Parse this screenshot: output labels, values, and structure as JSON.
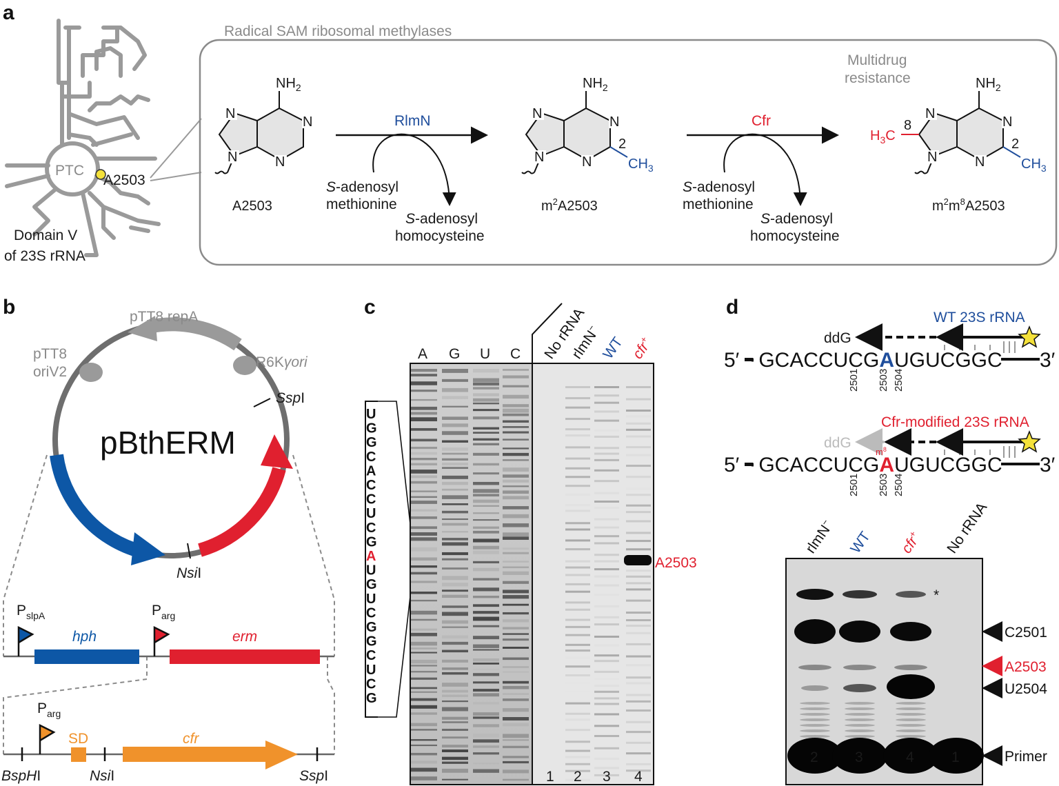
{
  "panels": {
    "a": "a",
    "b": "b",
    "c": "c",
    "d": "d"
  },
  "colors": {
    "blue": "#1f4e9c",
    "red": "#e0202f",
    "orange": "#f0922b",
    "gray": "#8a8a8a",
    "yellow": "#f4e13a"
  },
  "a": {
    "ptc": "PTC",
    "site": "A2503",
    "domain_line1": "Domain V",
    "domain_line2": "of 23S rRNA",
    "box_title": "Radical SAM ribosomal methylases",
    "ring_atom": "N",
    "amine": {
      "base": "NH",
      "sub": "2"
    },
    "methyl": {
      "base": "CH",
      "sub": "3"
    },
    "methyl_left": {
      "pre": "H",
      "sub": "3",
      "post": "C"
    },
    "pos2": "2",
    "pos8": "8",
    "molecules": [
      {
        "name": "A2503"
      },
      {
        "sup": "2",
        "base": "A2503",
        "pre": "m"
      },
      {
        "pre": "m",
        "sup1": "2",
        "mid": "m",
        "sup2": "8",
        "base": "A2503"
      }
    ],
    "enzyme1": "RlmN",
    "enzyme2": "Cfr",
    "sam_italic": "S",
    "sam_rest": "-adenosyl",
    "sam_line2": "methionine",
    "sah_italic": "S",
    "sah_rest": "-adenosyl",
    "sah_line2": "homocysteine",
    "resistance_line1": "Multidrug",
    "resistance_line2": "resistance"
  },
  "b": {
    "plasmid": "pBthERM",
    "repA": "pTT8 repA",
    "oriV2_line1": "pTT8",
    "oriV2_line2": "oriV2",
    "r6k": "R6K",
    "r6k_gamma": "γ",
    "r6k_ori": "ori",
    "sspI": {
      "it": "Ssp",
      "rom": "I"
    },
    "nsiI": {
      "it": "Nsi",
      "rom": "I"
    },
    "bspHI": {
      "it": "BspH",
      "rom": "I"
    },
    "pslpA": {
      "base": "P",
      "sub": "slpA"
    },
    "parg": {
      "base": "P",
      "sub": "arg"
    },
    "hph": "hph",
    "erm": "erm",
    "sd": "SD",
    "cfr": "cfr"
  },
  "c": {
    "lanes_seq": [
      "A",
      "G",
      "U",
      "C"
    ],
    "lanes_samples": [
      {
        "label": "No rRNA"
      },
      {
        "label": "rlmN",
        "sup": "−"
      },
      {
        "label": "WT"
      },
      {
        "label": "cfr",
        "sup": "+"
      }
    ],
    "lane_numbers": [
      "1",
      "2",
      "3",
      "4"
    ],
    "sequence": [
      "U",
      "G",
      "G",
      "C",
      "A",
      "C",
      "C",
      "U",
      "C",
      "G",
      "A",
      "U",
      "G",
      "U",
      "C",
      "G",
      "G",
      "C",
      "U",
      "C",
      "G"
    ],
    "highlight_index": 10,
    "band_label": "A2503"
  },
  "d": {
    "wt_title": "WT 23S rRNA",
    "cfr_title": "Cfr-modified 23S rRNA",
    "ddg": "ddG",
    "five": "5′",
    "three": "3′",
    "seq_left": "GCACCUCG",
    "seq_a": "A",
    "seq_right": "UGUCGGC",
    "m8": "m",
    "m8_sup": "8",
    "pos": [
      "2501",
      "2503",
      "2504"
    ],
    "lanes": [
      {
        "label": "rlmN",
        "sup": "−"
      },
      {
        "label": "WT"
      },
      {
        "label": "cfr",
        "sup": "+"
      },
      {
        "label": "No rRNA"
      }
    ],
    "lane_numbers": [
      "2",
      "3",
      "4",
      "1"
    ],
    "star_label": "*",
    "markers": [
      "C2501",
      "A2503",
      "U2504",
      "Primer"
    ]
  }
}
